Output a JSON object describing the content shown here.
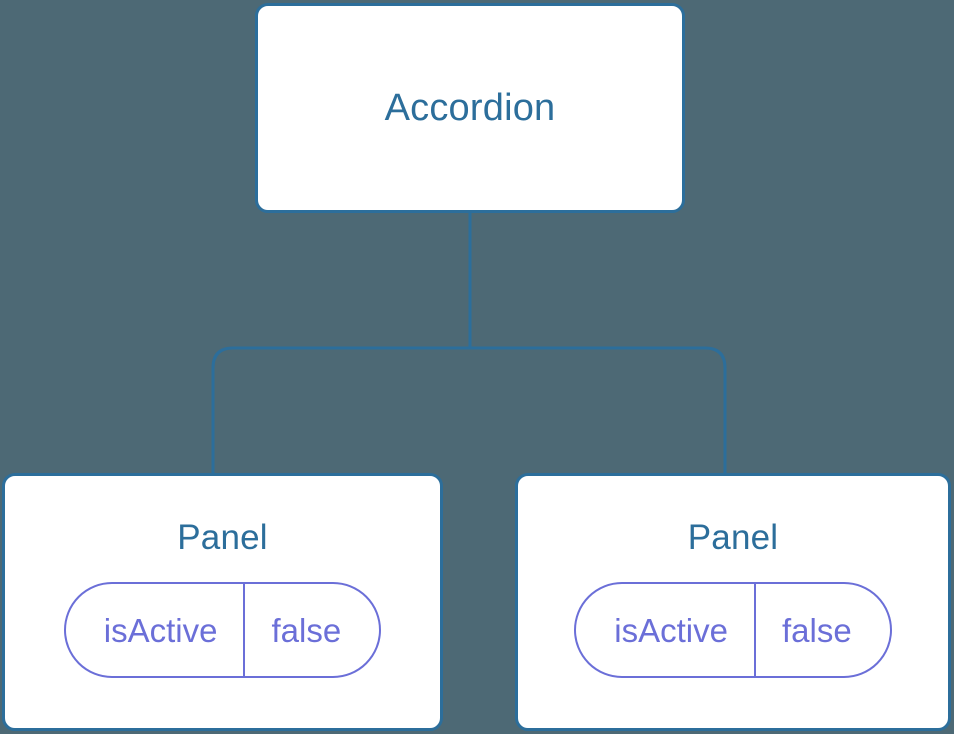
{
  "diagram": {
    "type": "component-tree",
    "background_color": "#4d6975",
    "node_fill_color": "#ffffff",
    "node_border_color": "#2c6e9b",
    "node_text_color": "#2c6e9b",
    "prop_color": "#6b6fd8",
    "edge_color": "#2c6e9b",
    "root": {
      "label": "Accordion"
    },
    "children": [
      {
        "label": "Panel",
        "props": [
          {
            "key": "isActive",
            "value": "false"
          }
        ]
      },
      {
        "label": "Panel",
        "props": [
          {
            "key": "isActive",
            "value": "false"
          }
        ]
      }
    ]
  }
}
